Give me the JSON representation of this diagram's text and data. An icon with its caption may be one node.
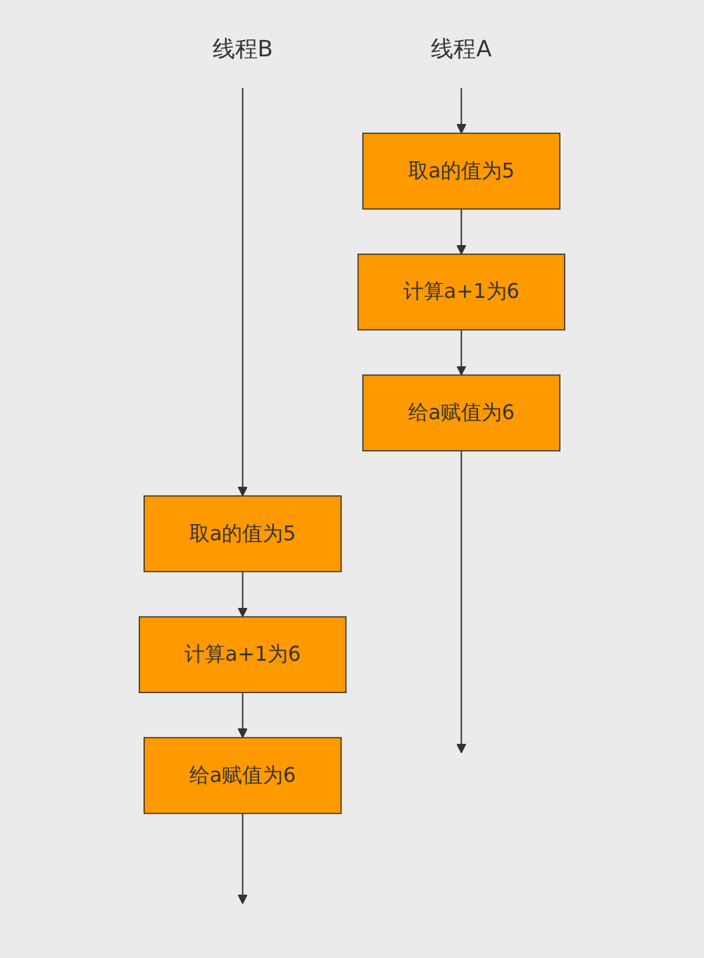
{
  "diagram": {
    "nodes": [
      {
        "text": [
          "线程A"
        ]
      },
      {
        "text": [
          "取a的值为5"
        ]
      },
      {
        "text": [
          "计算a+1为6"
        ]
      },
      {
        "text": [
          "给a赋值为6"
        ]
      },
      {
        "text": [
          "线程B"
        ]
      },
      {
        "text": [
          "取a的值为5"
        ]
      },
      {
        "text": [
          "计算a+1为6"
        ]
      },
      {
        "text": [
          "给a赋值为6"
        ]
      }
    ],
    "edges": [
      {
        "from": 0,
        "to": 1,
        "arrow": "to"
      },
      {
        "from": 1,
        "to": 2,
        "arrow": "to"
      },
      {
        "from": 2,
        "to": 3,
        "arrow": "to"
      },
      {
        "from": 3,
        "to": null,
        "arrow": "to"
      },
      {
        "from": 4,
        "to": 5,
        "arrow": "to"
      },
      {
        "from": 5,
        "to": 6,
        "arrow": "to"
      },
      {
        "from": 6,
        "to": 7,
        "arrow": "to"
      },
      {
        "from": 7,
        "to": null,
        "arrow": "to"
      }
    ]
  }
}
